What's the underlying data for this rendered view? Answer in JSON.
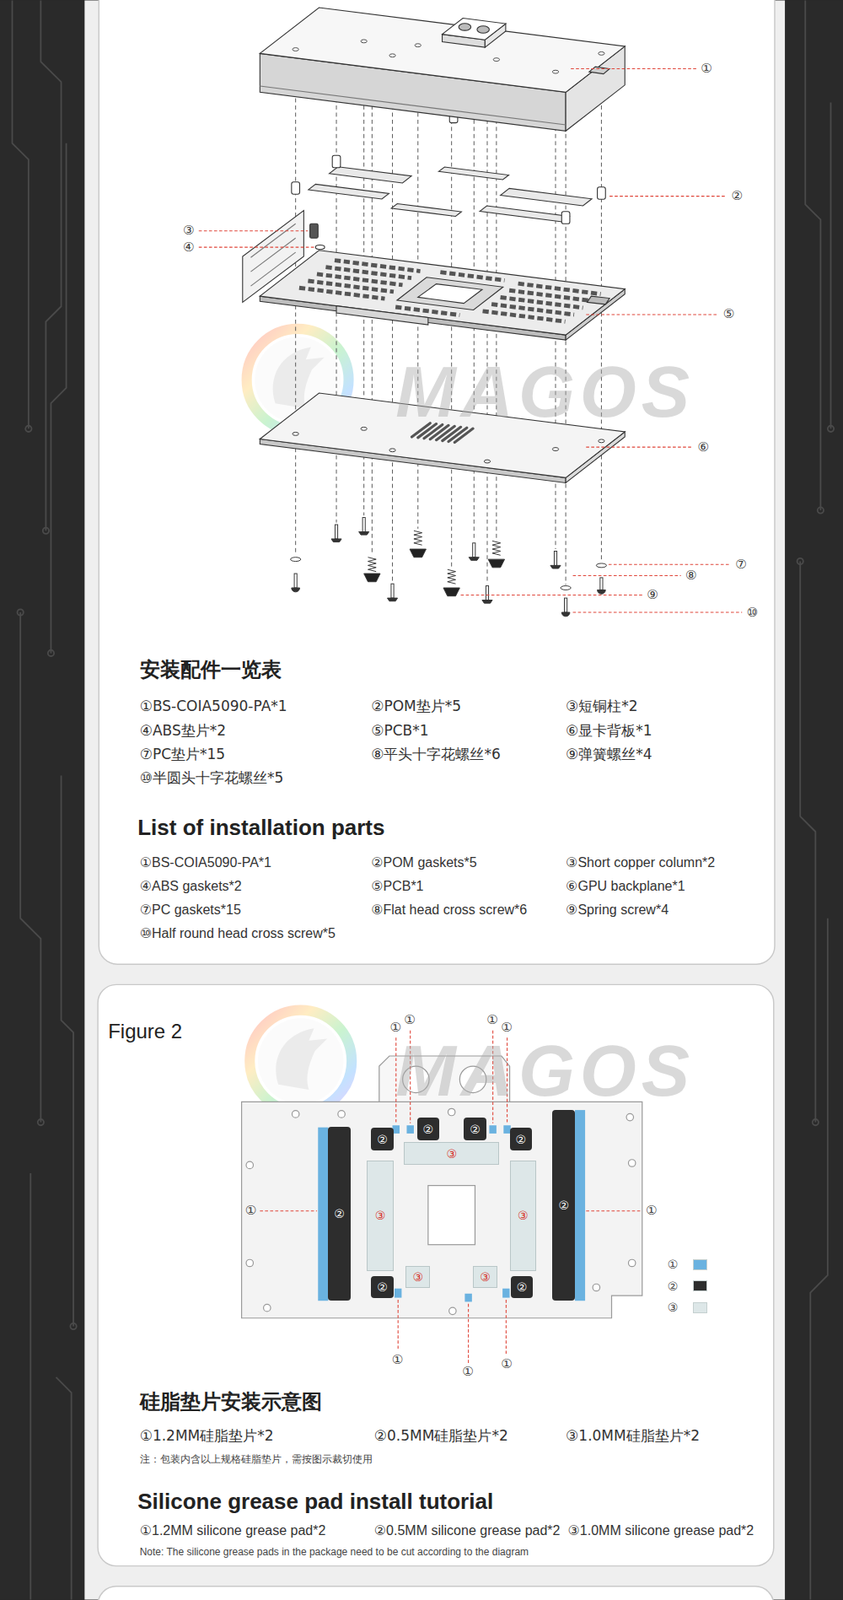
{
  "diagram": {
    "nodes": [
      {
        "text": [
          "②"
        ]
      },
      {
        "text": [
          "②"
        ]
      },
      {
        "text": [
          "②"
        ]
      },
      {
        "text": [
          "②"
        ]
      },
      {
        "text": [
          "③"
        ]
      },
      {
        "text": [
          "②"
        ]
      },
      {
        "text": [
          "③"
        ]
      },
      {
        "text": [
          "③"
        ]
      },
      {
        "text": [
          "②"
        ]
      },
      {
        "text": [
          "③"
        ]
      },
      {
        "text": [
          "③"
        ]
      },
      {
        "text": [
          "②"
        ]
      },
      {
        "text": [
          "②"
        ]
      }
    ],
    "labels": [
      "①",
      "②",
      "③",
      "④",
      "⑤",
      "⑥",
      "⑦",
      "⑧",
      "⑨",
      "⑩",
      "MAGOS",
      "安装配件一览表",
      "①BS-COIA5090-PA*1",
      "②POM垫片*5",
      "③短铜柱*2",
      "④ABS垫片*2",
      "⑤PCB*1",
      "⑥显卡背板*1",
      "⑦PC垫片*15",
      "⑧平头十字花螺丝*6",
      "⑨弹簧螺丝*4",
      "⑩半圆头十字花螺丝*5",
      "List of installation parts",
      "①BS-COIA5090-PA*1",
      "②POM gaskets*5",
      "③Short copper column*2",
      "④ABS gaskets*2",
      "⑤PCB*1",
      "⑥GPU backplane*1",
      "⑦PC gaskets*15",
      "⑧Flat head cross screw*6",
      "⑨Spring screw*4",
      "⑩Half round head cross screw*5",
      "Figure 2",
      "MAGOS",
      "①",
      "①",
      "①",
      "①",
      "①",
      "①",
      "①",
      "①",
      "①",
      "硅脂垫片安装示意图",
      "①1.2MM硅脂垫片*2",
      "②0.5MM硅脂垫片*2",
      "③1.0MM硅脂垫片*2",
      "注：包装内含以上规格硅脂垫片，需按图示裁切使用",
      "Silicone grease pad install tutorial",
      "①1.2MM silicone grease pad*2",
      "②0.5MM silicone grease pad*2",
      "③1.0MM silicone grease pad*2",
      "Note: The silicone grease pads in the package need to be cut according to the diagram"
    ],
    "legend": [
      {
        "text": "①",
        "color": "#6ab2e0"
      },
      {
        "text": "②",
        "color": "#2d2d2d"
      },
      {
        "text": "③",
        "color": "#dde7e8"
      }
    ]
  }
}
